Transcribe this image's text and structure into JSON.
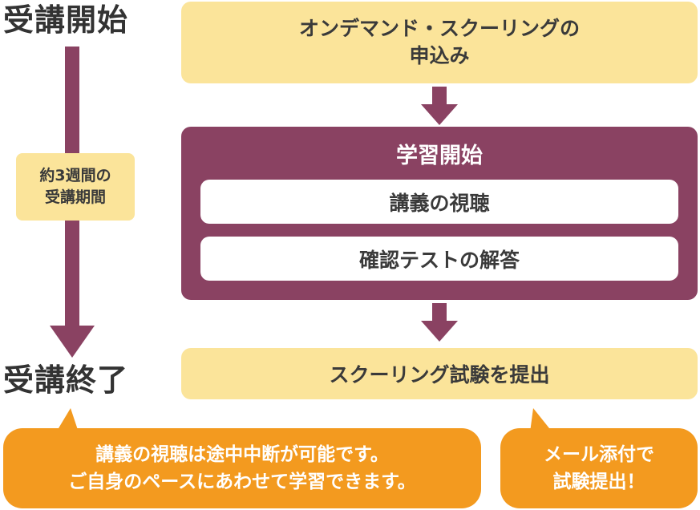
{
  "timeline": {
    "start_label": "受講開始",
    "end_label": "受講終了",
    "period_line1": "約3週間の",
    "period_line2": "受講期間",
    "arrow_color": "#8a4262"
  },
  "flow": {
    "apply_line1": "オンデマンド・スクーリングの",
    "apply_line2": "申込み",
    "study_title": "学習開始",
    "step_lecture": "講義の視聴",
    "step_test": "確認テストの解答",
    "submit": "スクーリング試験を提出"
  },
  "notes": {
    "left_line1": "講義の視聴は途中中断が可能です。",
    "left_line2": "ご自身のペースにあわせて学習できます。",
    "right_line1": "メール添付で",
    "right_line2": "試験提出！"
  },
  "colors": {
    "yellow": "#fbe49a",
    "purple": "#8a4262",
    "orange": "#f39a1f"
  }
}
